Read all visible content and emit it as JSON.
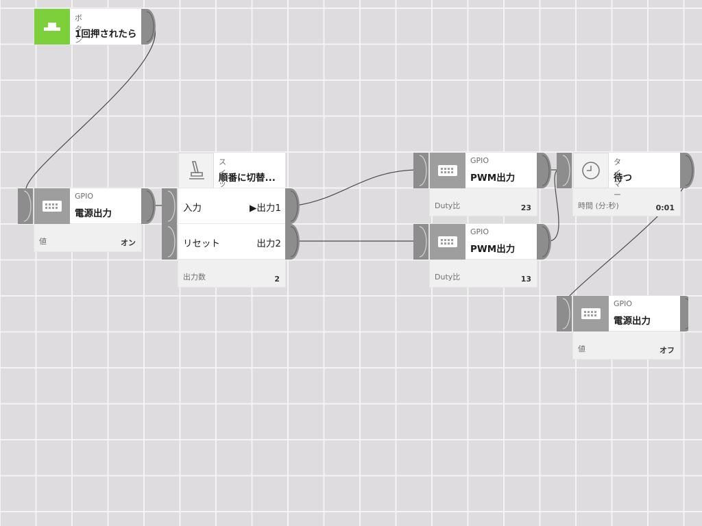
{
  "nodes": {
    "button": {
      "category": "ボタン",
      "title": "1回押されたら"
    },
    "gpio_power_on": {
      "category": "GPIO",
      "title": "電源出力",
      "footer_label": "値",
      "footer_value": "オン"
    },
    "switch": {
      "category": "スイッチ",
      "title": "順番に切替...",
      "input_label": "入力",
      "output1_label": "▶出力1",
      "reset_label": "リセット",
      "output2_label": "出力2",
      "footer_label": "出力数",
      "footer_value": "2"
    },
    "pwm_1": {
      "category": "GPIO",
      "title": "PWM出力",
      "footer_label": "Duty比",
      "footer_value": "23"
    },
    "pwm_2": {
      "category": "GPIO",
      "title": "PWM出力",
      "footer_label": "Duty比",
      "footer_value": "13"
    },
    "timer": {
      "category": "タイマー",
      "title": "待つ",
      "footer_label": "時間 (分:秒)",
      "footer_value": "0:01"
    },
    "gpio_power_off": {
      "category": "GPIO",
      "title": "電源出力",
      "footer_label": "値",
      "footer_value": "オフ"
    }
  },
  "icons": {
    "button": "push-button-icon",
    "gpio": "gpio-connector-icon",
    "switch": "toggle-lever-icon",
    "timer": "clock-icon"
  },
  "colors": {
    "canvas": "#dedcde",
    "grid_line": "#f4f4f4",
    "port_grey": "#8e8d8e",
    "icon_grey": "#9f9e9f",
    "button_green": "#7ed03b",
    "wire": "#4a4a4a"
  }
}
